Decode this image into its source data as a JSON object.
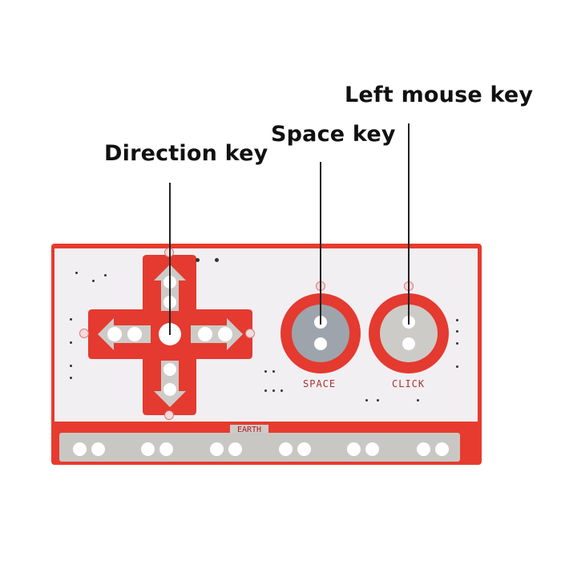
{
  "callouts": [
    {
      "label": "Direction key",
      "target": "d-pad"
    },
    {
      "label": "Space key",
      "target": "space-pad"
    },
    {
      "label": "Left mouse key",
      "target": "click-pad"
    }
  ],
  "board": {
    "silkscreen": {
      "space": "SPACE",
      "click": "CLICK",
      "earth": "EARTH"
    },
    "earth_hole_pairs": 6,
    "colors": {
      "pcb_red": "#e63b2e",
      "face": "#f1eff2",
      "pad_silver": "#c9c7c4"
    }
  }
}
